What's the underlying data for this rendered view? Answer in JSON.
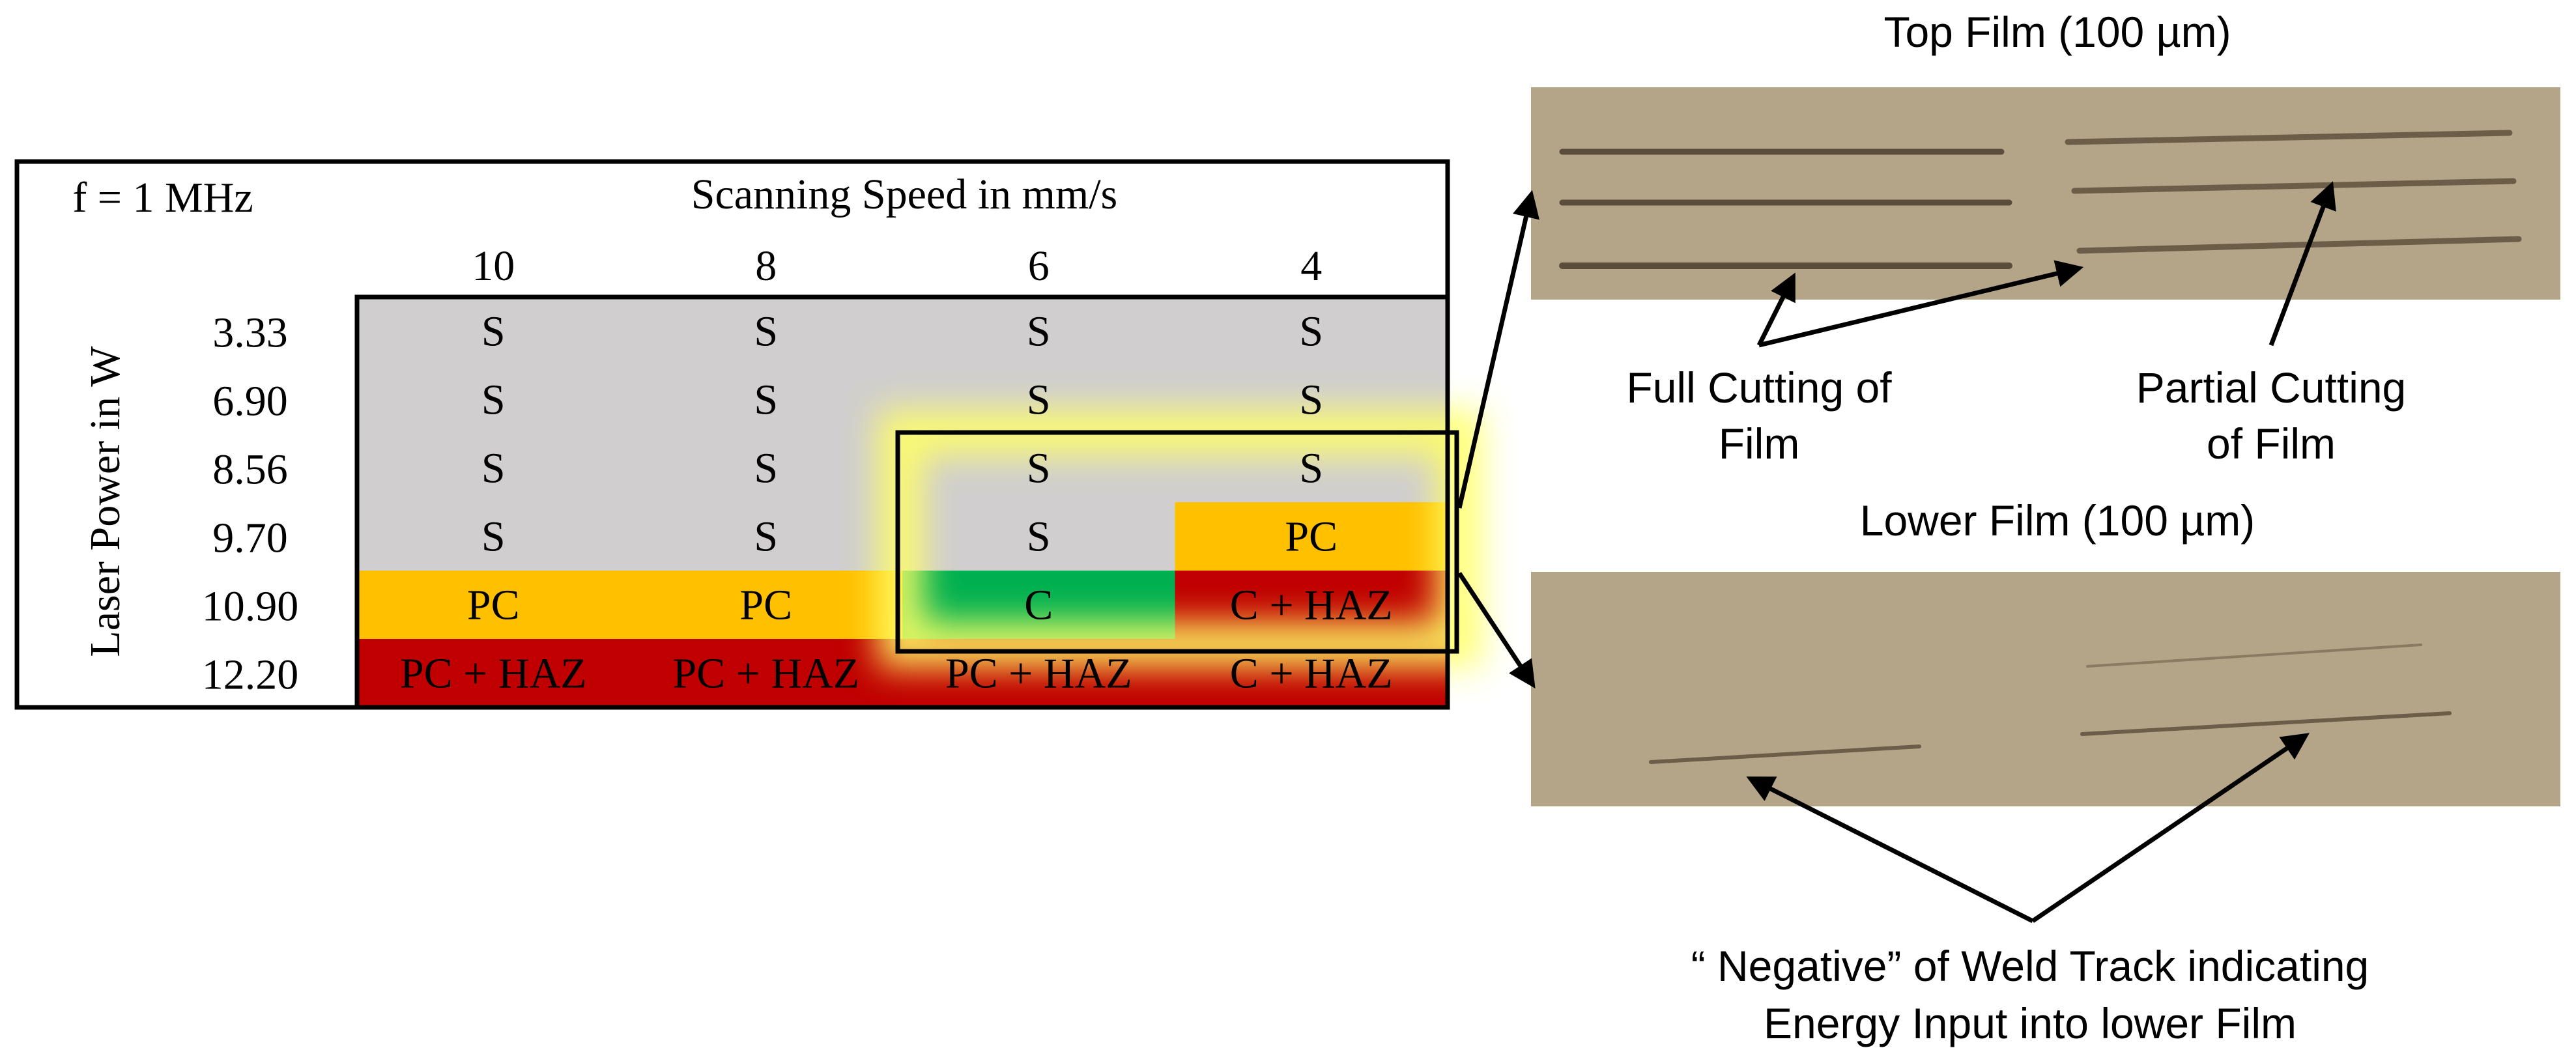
{
  "table": {
    "frequency_label": "f = 1 MHz",
    "speed_header": "Scanning Speed in mm/s",
    "power_header": "Laser Power in W",
    "speeds": [
      "10",
      "8",
      "6",
      "4"
    ],
    "powers": [
      "3.33",
      "6.90",
      "8.56",
      "9.70",
      "10.90",
      "12.20"
    ],
    "cells": [
      [
        "S",
        "S",
        "S",
        "S"
      ],
      [
        "S",
        "S",
        "S",
        "S"
      ],
      [
        "S",
        "S",
        "S",
        "S"
      ],
      [
        "S",
        "S",
        "S",
        "PC"
      ],
      [
        "PC",
        "PC",
        "C",
        "C + HAZ"
      ],
      [
        "PC + HAZ",
        "PC + HAZ",
        "PC + HAZ",
        "C + HAZ"
      ]
    ],
    "cell_colors": [
      [
        "#d0cece",
        "#d0cece",
        "#d0cece",
        "#d0cece"
      ],
      [
        "#d0cece",
        "#d0cece",
        "#d0cece",
        "#d0cece"
      ],
      [
        "#d0cece",
        "#d0cece",
        "#d0cece",
        "#d0cece"
      ],
      [
        "#d0cece",
        "#d0cece",
        "#d0cece",
        "#ffc000"
      ],
      [
        "#ffc000",
        "#ffc000",
        "#00b050",
        "#c00000"
      ],
      [
        "#c00000",
        "#c00000",
        "#c00000",
        "#c00000"
      ]
    ],
    "highlight_color": "#ffff66"
  },
  "photos": {
    "top_title": "Top Film (100 µm)",
    "lower_title": "Lower Film (100 µm)",
    "top_bg_color": "#ad9c80",
    "lower_bg_color": "#ad9c80"
  },
  "annotations": {
    "full_cutting_line1": "Full Cutting of",
    "full_cutting_line2": "Film",
    "partial_cutting_line1": "Partial Cutting",
    "partial_cutting_line2": "of Film",
    "negative_line1": "“ Negative” of Weld Track indicating",
    "negative_line2": "Energy Input into lower Film"
  }
}
